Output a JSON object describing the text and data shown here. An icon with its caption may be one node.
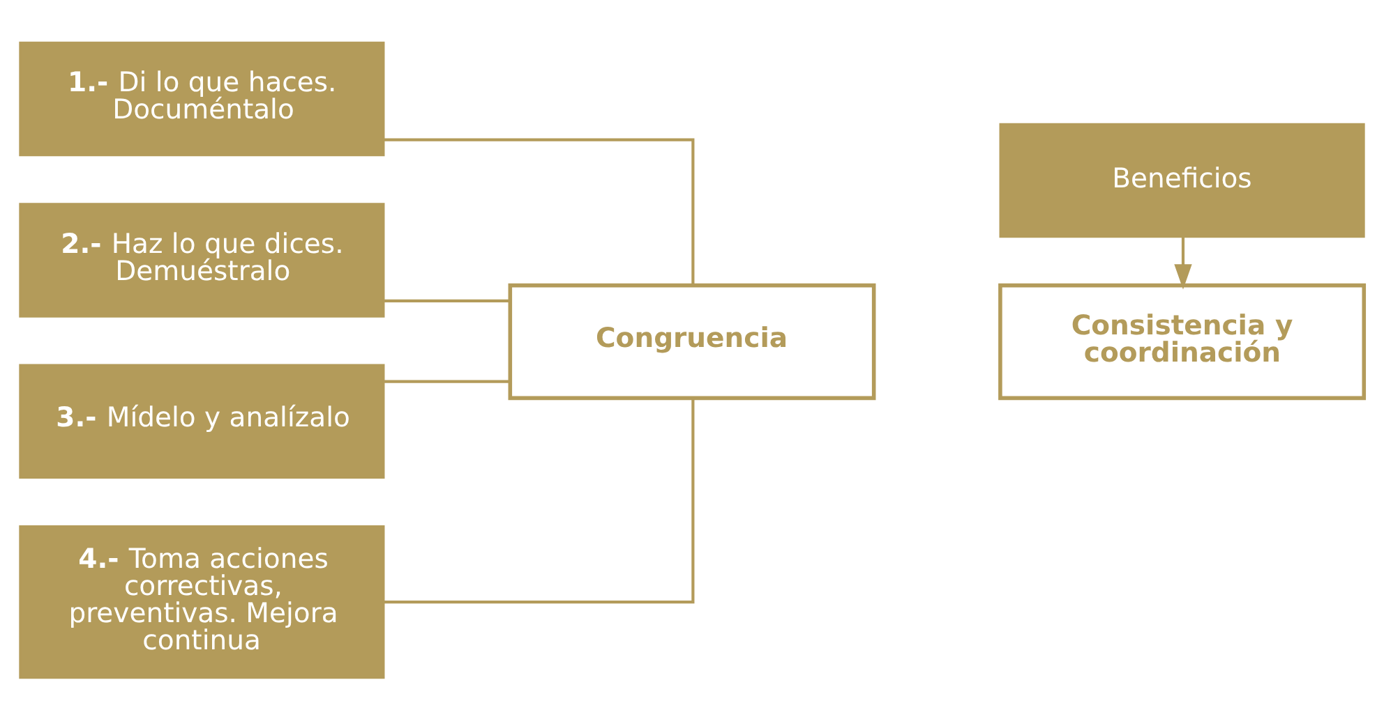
{
  "diagram": {
    "nodes": [
      {
        "text": [
          "**1.-** Di lo que haces. Documéntalo"
        ]
      },
      {
        "text": [
          "**2.-** Haz lo que dices. Demuéstralo"
        ]
      },
      {
        "text": [
          "**3.-** Mídelo y analízalo"
        ]
      },
      {
        "text": [
          "**4.-** Toma acciones correctivas, preventivas. Mejora continua"
        ]
      },
      {
        "text": [
          "Beneficios"
        ]
      },
      {
        "text": [
          "Congruencia"
        ]
      },
      {
        "text": [
          "Consistencia y coordinación"
        ]
      }
    ],
    "edges": [
      {
        "from": 0,
        "to": 5,
        "arrow": "none"
      },
      {
        "from": 1,
        "to": 5,
        "arrow": "none"
      },
      {
        "from": 2,
        "to": 5,
        "arrow": "none"
      },
      {
        "from": 3,
        "to": 5,
        "arrow": "none"
      },
      {
        "from": 4,
        "to": 6,
        "arrow": "to"
      }
    ]
  }
}
